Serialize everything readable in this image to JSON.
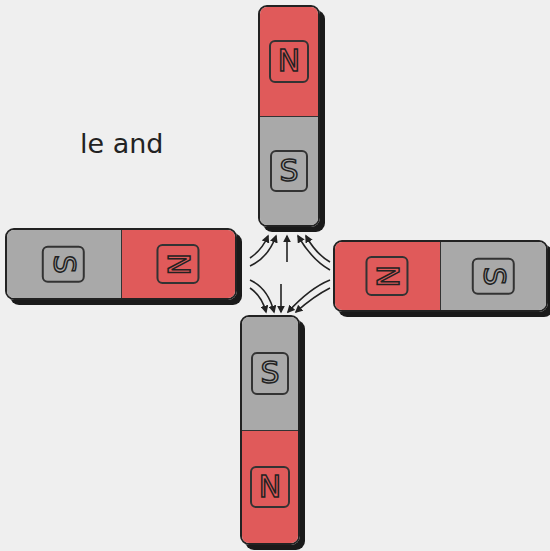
{
  "diagram": {
    "nodes": [
      {
        "text": [
          "N",
          "S"
        ]
      },
      {
        "text": [
          "S",
          "N"
        ]
      },
      {
        "text": [
          "N",
          "S"
        ]
      },
      {
        "text": [
          "S",
          "N"
        ]
      }
    ],
    "labels": [
      "le and"
    ]
  }
}
